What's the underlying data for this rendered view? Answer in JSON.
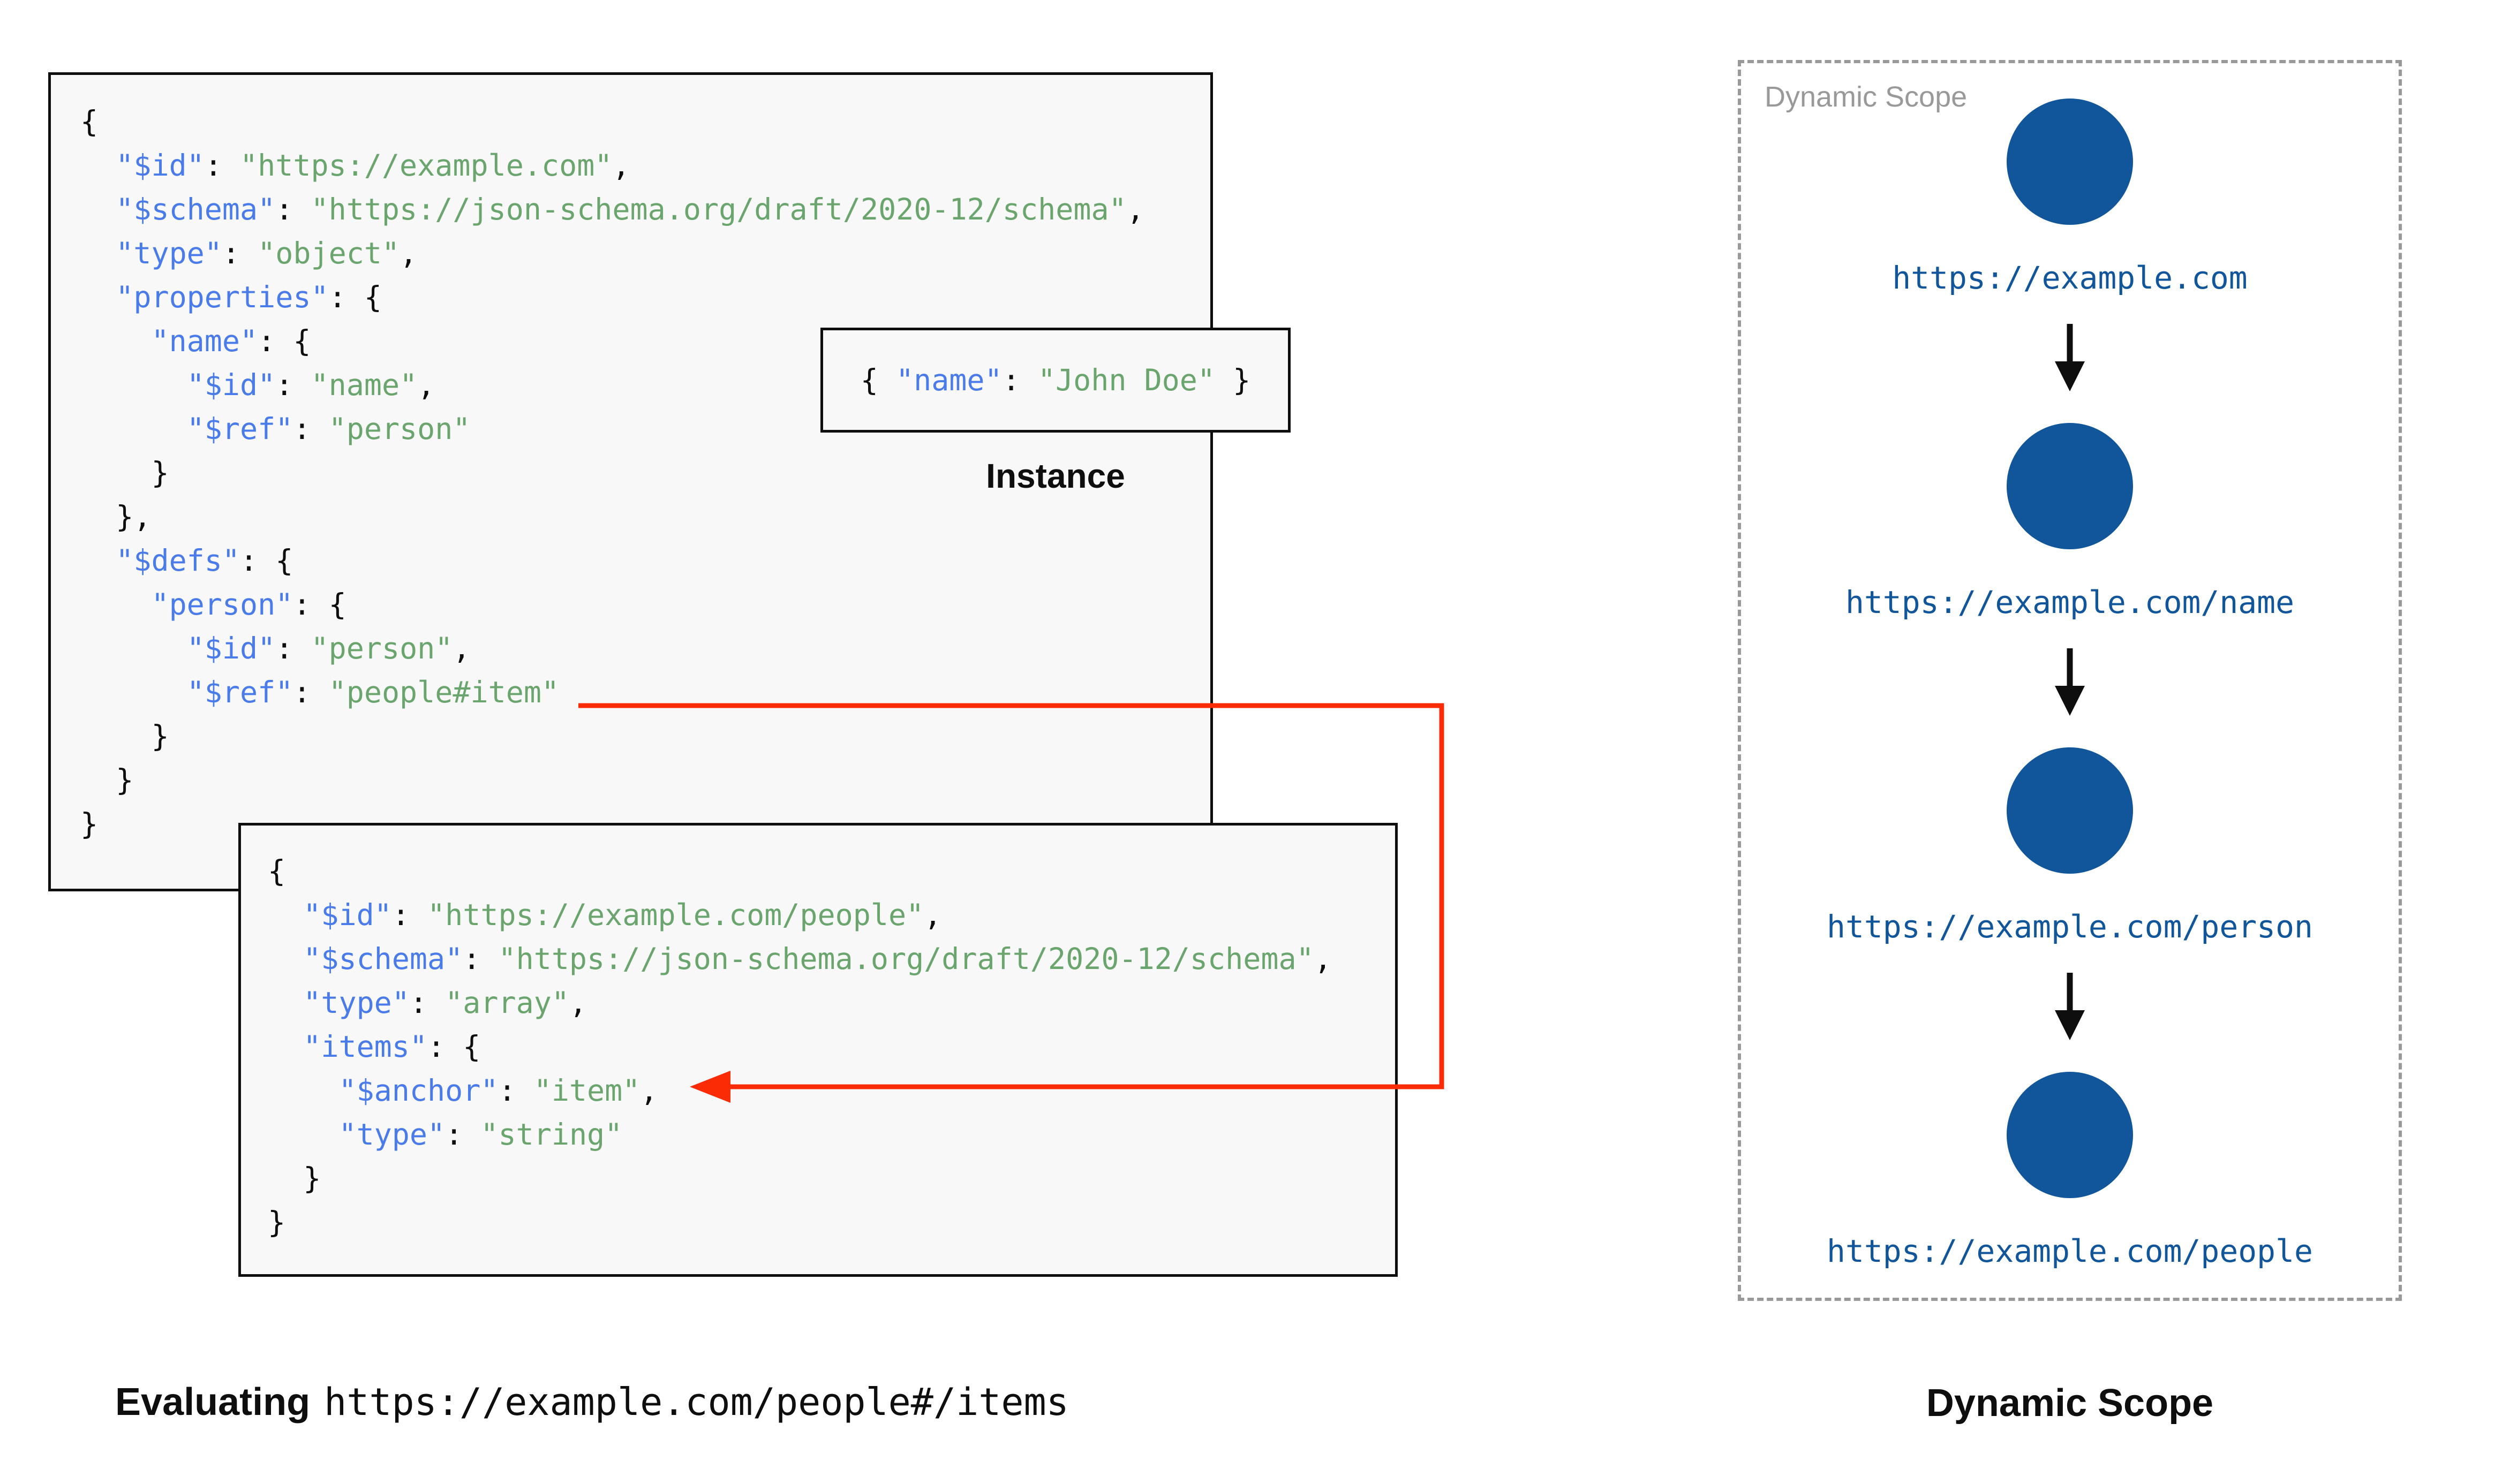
{
  "colors": {
    "key": "#4a7beb",
    "val": "#6aa56d",
    "ink": "#0e0e0e",
    "node": "#11569b",
    "red": "#fb2b05",
    "gray": "#999999",
    "boxbg": "#f8f8f8"
  },
  "root_schema": {
    "lines": [
      [
        {
          "c": "p",
          "t": "{"
        }
      ],
      [
        {
          "c": "p",
          "t": "  "
        },
        {
          "c": "k",
          "t": "\"$id\""
        },
        {
          "c": "p",
          "t": ": "
        },
        {
          "c": "v",
          "t": "\"https://example.com\""
        },
        {
          "c": "p",
          "t": ","
        }
      ],
      [
        {
          "c": "p",
          "t": "  "
        },
        {
          "c": "k",
          "t": "\"$schema\""
        },
        {
          "c": "p",
          "t": ": "
        },
        {
          "c": "v",
          "t": "\"https://json-schema.org/draft/2020-12/schema\""
        },
        {
          "c": "p",
          "t": ","
        }
      ],
      [
        {
          "c": "p",
          "t": "  "
        },
        {
          "c": "k",
          "t": "\"type\""
        },
        {
          "c": "p",
          "t": ": "
        },
        {
          "c": "v",
          "t": "\"object\""
        },
        {
          "c": "p",
          "t": ","
        }
      ],
      [
        {
          "c": "p",
          "t": "  "
        },
        {
          "c": "k",
          "t": "\"properties\""
        },
        {
          "c": "p",
          "t": ": {"
        }
      ],
      [
        {
          "c": "p",
          "t": "    "
        },
        {
          "c": "k",
          "t": "\"name\""
        },
        {
          "c": "p",
          "t": ": {"
        }
      ],
      [
        {
          "c": "p",
          "t": "      "
        },
        {
          "c": "k",
          "t": "\"$id\""
        },
        {
          "c": "p",
          "t": ": "
        },
        {
          "c": "v",
          "t": "\"name\""
        },
        {
          "c": "p",
          "t": ","
        }
      ],
      [
        {
          "c": "p",
          "t": "      "
        },
        {
          "c": "k",
          "t": "\"$ref\""
        },
        {
          "c": "p",
          "t": ": "
        },
        {
          "c": "v",
          "t": "\"person\""
        }
      ],
      [
        {
          "c": "p",
          "t": "    }"
        }
      ],
      [
        {
          "c": "p",
          "t": "  },"
        }
      ],
      [
        {
          "c": "p",
          "t": "  "
        },
        {
          "c": "k",
          "t": "\"$defs\""
        },
        {
          "c": "p",
          "t": ": {"
        }
      ],
      [
        {
          "c": "p",
          "t": "    "
        },
        {
          "c": "k",
          "t": "\"person\""
        },
        {
          "c": "p",
          "t": ": {"
        }
      ],
      [
        {
          "c": "p",
          "t": "      "
        },
        {
          "c": "k",
          "t": "\"$id\""
        },
        {
          "c": "p",
          "t": ": "
        },
        {
          "c": "v",
          "t": "\"person\""
        },
        {
          "c": "p",
          "t": ","
        }
      ],
      [
        {
          "c": "p",
          "t": "      "
        },
        {
          "c": "k",
          "t": "\"$ref\""
        },
        {
          "c": "p",
          "t": ": "
        },
        {
          "c": "v",
          "t": "\"people#item\""
        }
      ],
      [
        {
          "c": "p",
          "t": "    }"
        }
      ],
      [
        {
          "c": "p",
          "t": "  }"
        }
      ],
      [
        {
          "c": "p",
          "t": "}"
        }
      ]
    ]
  },
  "people_schema": {
    "lines": [
      [
        {
          "c": "p",
          "t": "{"
        }
      ],
      [
        {
          "c": "p",
          "t": "  "
        },
        {
          "c": "k",
          "t": "\"$id\""
        },
        {
          "c": "p",
          "t": ": "
        },
        {
          "c": "v",
          "t": "\"https://example.com/people\""
        },
        {
          "c": "p",
          "t": ","
        }
      ],
      [
        {
          "c": "p",
          "t": "  "
        },
        {
          "c": "k",
          "t": "\"$schema\""
        },
        {
          "c": "p",
          "t": ": "
        },
        {
          "c": "v",
          "t": "\"https://json-schema.org/draft/2020-12/schema\""
        },
        {
          "c": "p",
          "t": ","
        }
      ],
      [
        {
          "c": "p",
          "t": "  "
        },
        {
          "c": "k",
          "t": "\"type\""
        },
        {
          "c": "p",
          "t": ": "
        },
        {
          "c": "v",
          "t": "\"array\""
        },
        {
          "c": "p",
          "t": ","
        }
      ],
      [
        {
          "c": "p",
          "t": "  "
        },
        {
          "c": "k",
          "t": "\"items\""
        },
        {
          "c": "p",
          "t": ": {"
        }
      ],
      [
        {
          "c": "p",
          "t": "    "
        },
        {
          "c": "k",
          "t": "\"$anchor\""
        },
        {
          "c": "p",
          "t": ": "
        },
        {
          "c": "v",
          "t": "\"item\""
        },
        {
          "c": "p",
          "t": ","
        }
      ],
      [
        {
          "c": "p",
          "t": "    "
        },
        {
          "c": "k",
          "t": "\"type\""
        },
        {
          "c": "p",
          "t": ": "
        },
        {
          "c": "v",
          "t": "\"string\""
        }
      ],
      [
        {
          "c": "p",
          "t": "  }"
        }
      ],
      [
        {
          "c": "p",
          "t": "}"
        }
      ]
    ]
  },
  "instance": {
    "label": "Instance",
    "lines": [
      [
        {
          "c": "p",
          "t": "{ "
        },
        {
          "c": "k",
          "t": "\"name\""
        },
        {
          "c": "p",
          "t": ": "
        },
        {
          "c": "v",
          "t": "\"John Doe\""
        },
        {
          "c": "p",
          "t": " }"
        }
      ]
    ]
  },
  "dynamic_scope": {
    "panel_label": "Dynamic Scope",
    "caption": "Dynamic Scope",
    "nodes": [
      "https://example.com",
      "https://example.com/name",
      "https://example.com/person",
      "https://example.com/people"
    ]
  },
  "evaluating": {
    "label": "Evaluating",
    "uri": "https://example.com/people#/items"
  }
}
